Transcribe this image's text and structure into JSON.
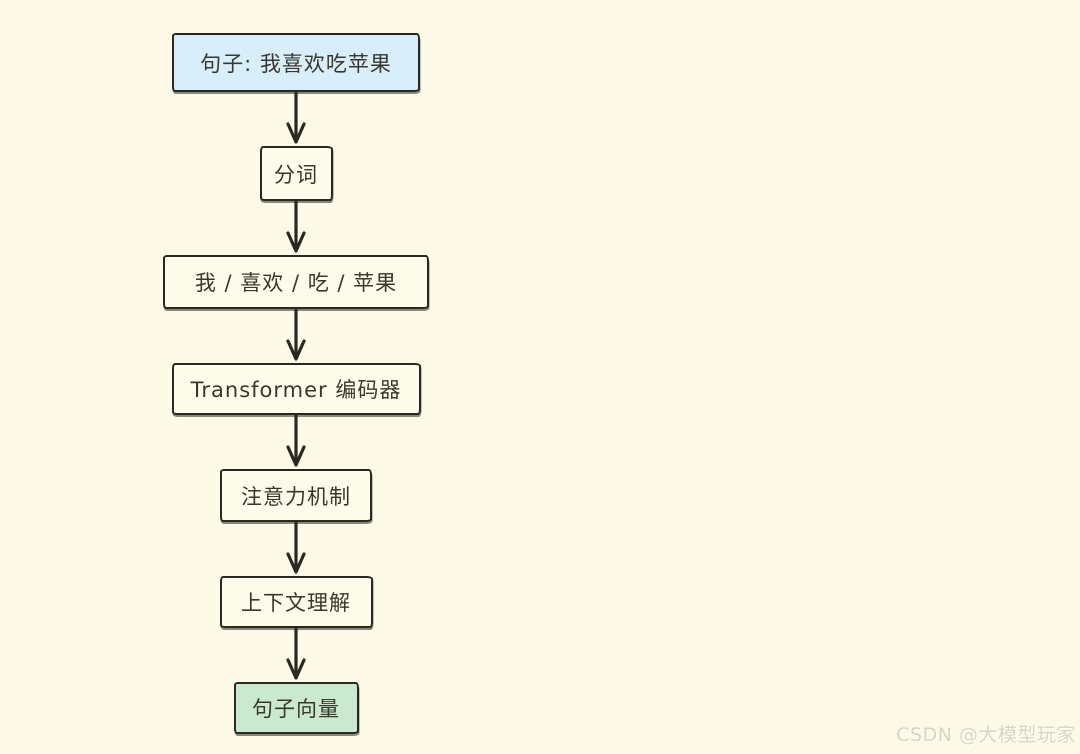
{
  "page": {
    "background_color": "#fcfae6",
    "stroke_color": "#2a2820"
  },
  "flow": {
    "nodes": [
      {
        "id": "sentence-input",
        "label": "句子: 我喜欢吃苹果",
        "fill": "#d9eefb"
      },
      {
        "id": "tokenize",
        "label": "分词",
        "fill": "#fdfbea"
      },
      {
        "id": "token-list",
        "label": "我 / 喜欢 / 吃 / 苹果",
        "fill": "#fdfbea"
      },
      {
        "id": "transformer-encoder",
        "label": "Transformer 编码器",
        "fill": "#fdfbea"
      },
      {
        "id": "attention-mechanism",
        "label": "注意力机制",
        "fill": "#fdfbea"
      },
      {
        "id": "context-understanding",
        "label": "上下文理解",
        "fill": "#fdfbea"
      },
      {
        "id": "sentence-vector",
        "label": "句子向量",
        "fill": "#cbe9cf"
      }
    ]
  },
  "watermark": {
    "text": "CSDN @大模型玩家",
    "color": "#d8d6c3"
  }
}
